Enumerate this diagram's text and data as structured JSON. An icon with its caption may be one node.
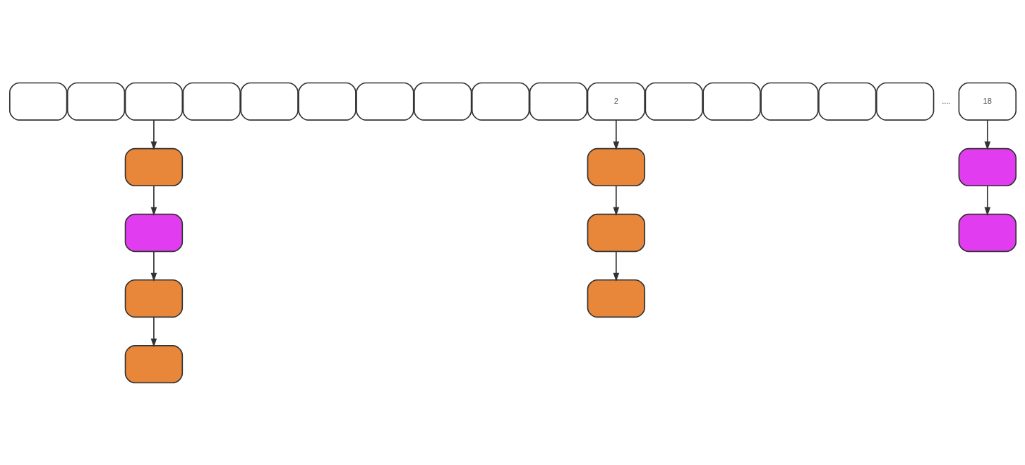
{
  "diagram": {
    "nodes": [
      {
        "text": [],
        "shape": "box"
      },
      {
        "text": [],
        "shape": "box"
      },
      {
        "text": [],
        "shape": "box"
      },
      {
        "text": [],
        "shape": "box"
      },
      {
        "text": [],
        "shape": "box"
      },
      {
        "text": [],
        "shape": "box"
      },
      {
        "text": [],
        "shape": "box"
      },
      {
        "text": [],
        "shape": "box"
      },
      {
        "text": [],
        "shape": "box"
      },
      {
        "text": [],
        "shape": "box"
      },
      {
        "text": [],
        "shape": "box"
      },
      {
        "text": [],
        "shape": "box"
      },
      {
        "text": [],
        "shape": "box"
      },
      {
        "text": [],
        "shape": "box"
      },
      {
        "text": [
          "2"
        ]
      },
      {
        "text": [],
        "shape": "box"
      },
      {
        "text": [],
        "shape": "box"
      },
      {
        "text": [],
        "shape": "box"
      },
      {
        "text": [],
        "shape": "box"
      },
      {
        "text": [],
        "shape": "box"
      },
      {
        "text": [
          "18"
        ]
      },
      {
        "text": [],
        "shape": "box"
      },
      {
        "text": [],
        "shape": "box"
      },
      {
        "text": [],
        "shape": "box"
      },
      {
        "text": [],
        "shape": "box"
      },
      {
        "text": [],
        "shape": "box"
      }
    ],
    "edges": [
      {
        "from": 2,
        "to": 8,
        "arrow": "to"
      },
      {
        "from": 8,
        "to": 9,
        "arrow": "to"
      },
      {
        "from": 9,
        "to": 10,
        "arrow": "to"
      },
      {
        "from": 10,
        "to": 11,
        "arrow": "to"
      },
      {
        "from": 14,
        "to": 21,
        "arrow": "to"
      },
      {
        "from": 21,
        "to": 22,
        "arrow": "to"
      },
      {
        "from": 22,
        "to": 23,
        "arrow": "to"
      },
      {
        "from": 20,
        "to": 24,
        "arrow": "to"
      },
      {
        "from": 24,
        "to": 25,
        "arrow": "to"
      }
    ],
    "labels": [
      "...."
    ]
  }
}
